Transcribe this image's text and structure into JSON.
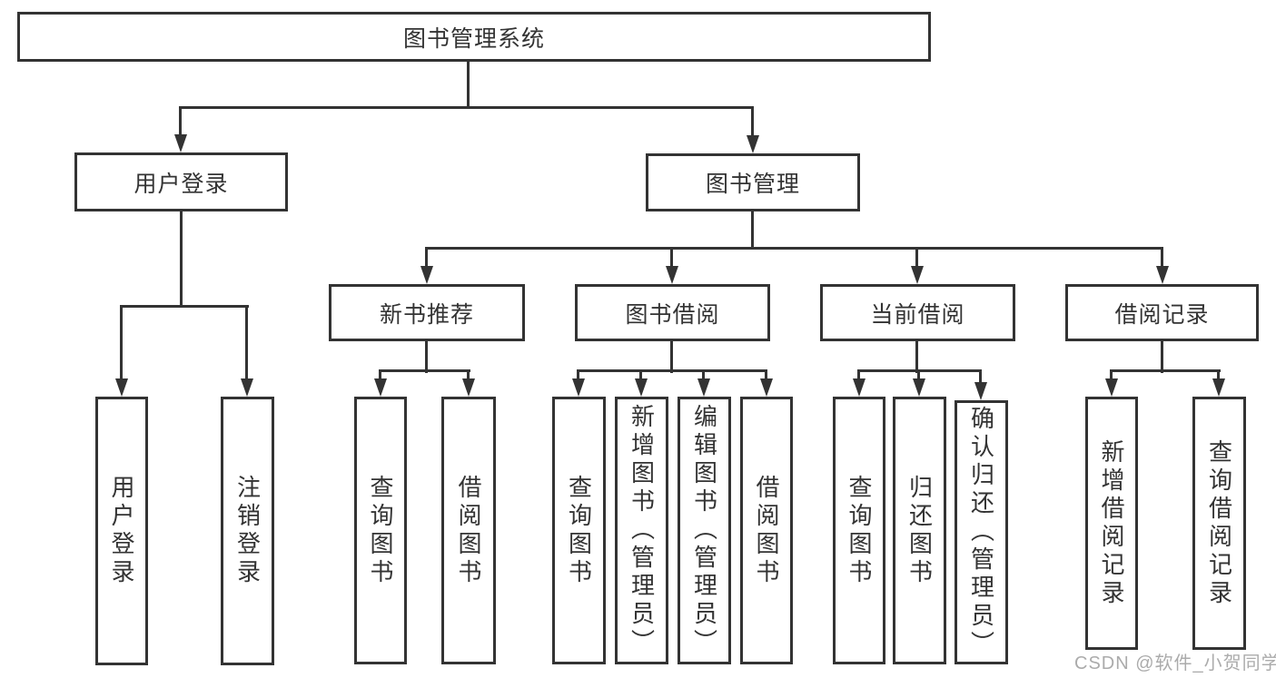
{
  "diagram_type": "hierarchy",
  "colors": {
    "line": "#333333",
    "box_border": "#333333",
    "box_background": "#ffffff",
    "text": "#333333",
    "watermark": "#ababab",
    "page_background": "#ffffff"
  },
  "tree": {
    "label": "图书管理系统",
    "children": [
      {
        "label": "用户登录",
        "children": [
          {
            "label": "用户登录"
          },
          {
            "label": "注销登录"
          }
        ]
      },
      {
        "label": "图书管理",
        "children": [
          {
            "label": "新书推荐",
            "children": [
              {
                "label": "查询图书"
              },
              {
                "label": "借阅图书"
              }
            ]
          },
          {
            "label": "图书借阅",
            "children": [
              {
                "label": "查询图书"
              },
              {
                "label": "新增图书（管理员）"
              },
              {
                "label": "编辑图书（管理员）"
              },
              {
                "label": "借阅图书"
              }
            ]
          },
          {
            "label": "当前借阅",
            "children": [
              {
                "label": "查询图书"
              },
              {
                "label": "归还图书"
              },
              {
                "label": "确认归还（管理员）"
              }
            ]
          },
          {
            "label": "借阅记录",
            "children": [
              {
                "label": "新增借阅记录"
              },
              {
                "label": "查询借阅记录"
              }
            ]
          }
        ]
      }
    ]
  },
  "watermark": {
    "text": "CSDN @软件_小贺同学"
  }
}
